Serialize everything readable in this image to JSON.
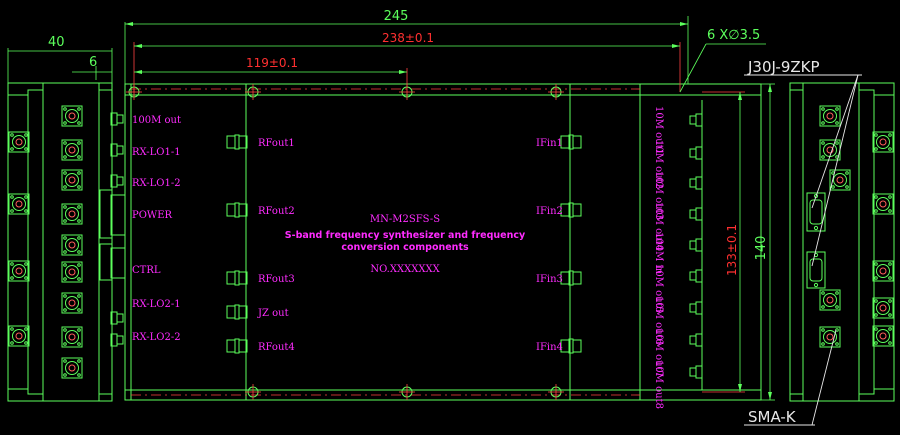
{
  "dimensions": {
    "width_total": "245",
    "width_mount": "238±0.1",
    "width_hole": "119±0.1",
    "side_width": "40",
    "side_flange": "6",
    "height_total": "140",
    "height_mount": "133±0.1"
  },
  "callouts": {
    "holes": "6 X∅3.5",
    "connector": "J30J-9ZKP",
    "rf_connector": "SMA-K"
  },
  "left_ports": [
    "100M out",
    "RX-LO1-1",
    "RX-LO1-2",
    "POWER",
    "CTRL",
    "RX-LO2-1",
    "RX-LO2-2"
  ],
  "rf_out_ports": [
    "RFout1",
    "RFout2",
    "RFout3",
    "JZ out",
    "RFout4"
  ],
  "if_in_ports": [
    "IFin1",
    "IFin2",
    "IFin3",
    "IFin4"
  ],
  "right_ports": [
    "10M out1",
    "10M out2",
    "10M out3",
    "10M out4",
    "100M in",
    "10M out5",
    "10M out6",
    "10M out7",
    "10M out8"
  ],
  "label": {
    "model": "MN-M2SFS-S",
    "title_line1": "S-band frequency synthesizer and frequency",
    "title_line2": "conversion components",
    "serial": "NO.XXXXXXX"
  },
  "colors": {
    "outline": "#5cff5c",
    "dimension": "#ff3030",
    "text": "#ff2cff",
    "background": "#000000"
  }
}
